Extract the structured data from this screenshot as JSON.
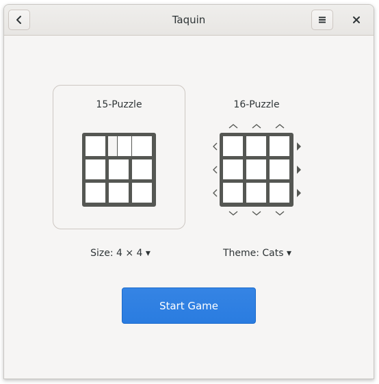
{
  "window": {
    "title": "Taquin"
  },
  "headerbar": {
    "back_icon": "chevron-left-icon",
    "menu_icon": "hamburger-menu-icon",
    "close_icon": "close-icon"
  },
  "puzzles": [
    {
      "label": "15-Puzzle",
      "selected": true
    },
    {
      "label": "16-Puzzle",
      "selected": false
    }
  ],
  "options": {
    "size_label": "Size: 4 × 4 ▾",
    "theme_label": "Theme: Cats ▾"
  },
  "start_button": {
    "label": "Start Game"
  },
  "colors": {
    "accent": "#3584e4",
    "window_bg": "#f6f5f4",
    "grid_border": "#555753"
  }
}
